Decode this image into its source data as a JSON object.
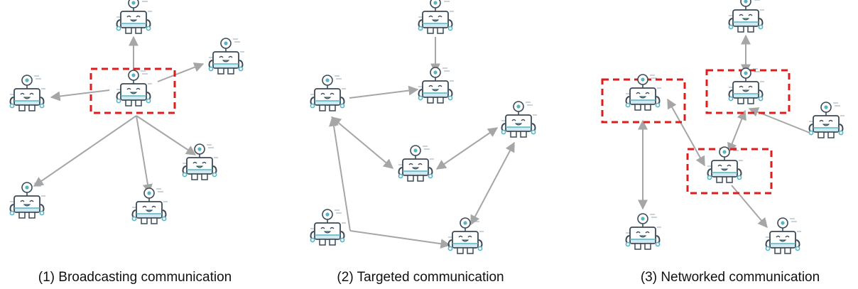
{
  "panels": [
    {
      "caption": "(1)  Broadcasting communication"
    },
    {
      "caption": "(2)  Targeted communication"
    },
    {
      "caption": "(3)  Networked communication"
    }
  ],
  "colors": {
    "arrow": "#a6a6a6",
    "highlight": "#e01b1b",
    "robot_outline": "#3b4a57",
    "robot_accent": "#5ab3c4",
    "robot_belly": "#cfeaf1"
  },
  "icon": "robot-icon"
}
